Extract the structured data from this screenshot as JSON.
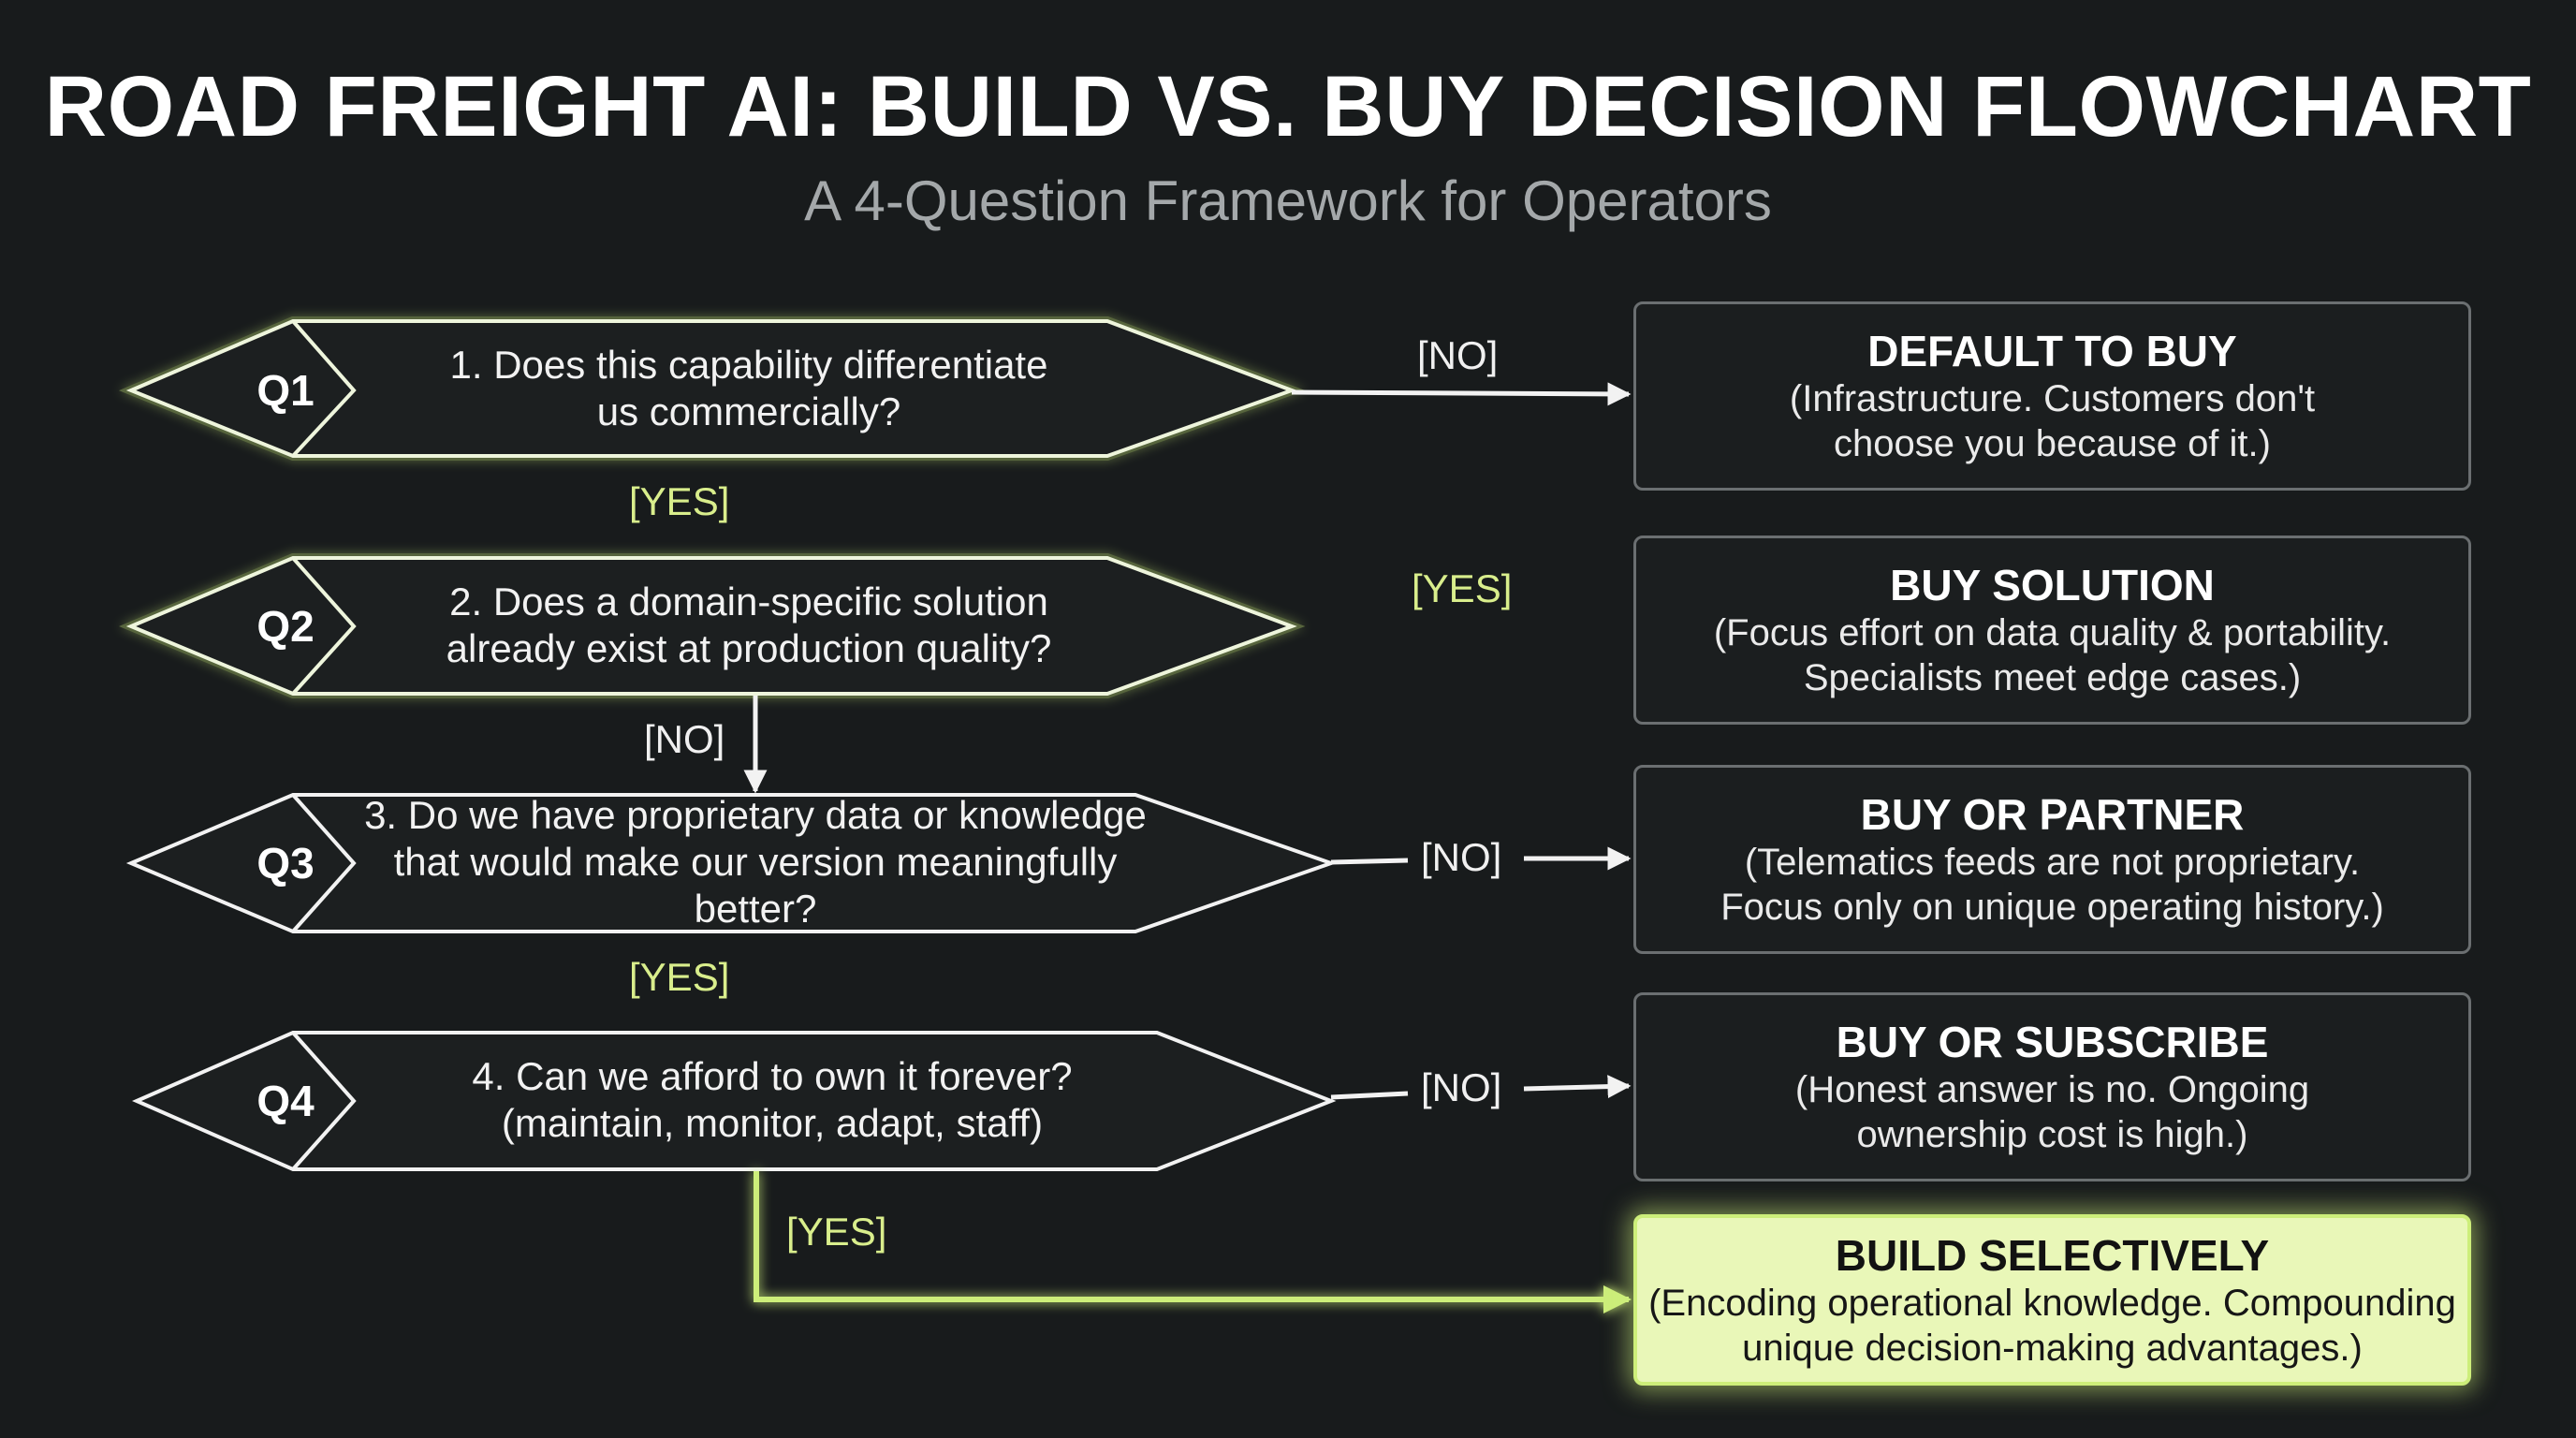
{
  "title": "ROAD FREIGHT AI: BUILD VS. BUY DECISION FLOWCHART",
  "subtitle": "A 4-Question Framework for Operators",
  "colors": {
    "background": "#181b1c",
    "accent_green": "#cdee7a",
    "label_green": "#d9ee8c",
    "box_border": "#6b6f71",
    "final_box_fill": "#e9f7b8"
  },
  "questions": [
    {
      "id": "Q1",
      "text": "1. Does this capability differentiate\nus commercially?"
    },
    {
      "id": "Q2",
      "text": "2. Does a domain-specific solution\nalready exist at production quality?"
    },
    {
      "id": "Q3",
      "text": "3. Do we have proprietary data or knowledge\nthat would make our version meaningfully better?"
    },
    {
      "id": "Q4",
      "text": "4. Can we afford to own it forever?\n(maintain, monitor, adapt, staff)"
    }
  ],
  "edge_labels": {
    "q1_no": "[NO]",
    "q1_yes": "[YES]",
    "q2_yes": "[YES]",
    "q2_no": "[NO]",
    "q3_no": "[NO]",
    "q3_yes": "[YES]",
    "q4_no": "[NO]",
    "q4_yes": "[YES]"
  },
  "outcomes": [
    {
      "title": "DEFAULT TO BUY",
      "desc": "(Infrastructure. Customers don't\nchoose you because of it.)"
    },
    {
      "title": "BUY SOLUTION",
      "desc": "(Focus effort on data quality & portability.\nSpecialists meet edge cases.)"
    },
    {
      "title": "BUY OR PARTNER",
      "desc": "(Telematics feeds are not proprietary.\nFocus only on unique operating history.)"
    },
    {
      "title": "BUY OR SUBSCRIBE",
      "desc": "(Honest answer is no. Ongoing\nownership cost is high.)"
    },
    {
      "title": "BUILD SELECTIVELY",
      "desc": "(Encoding operational knowledge. Compounding\nunique decision-making advantages.)"
    }
  ]
}
